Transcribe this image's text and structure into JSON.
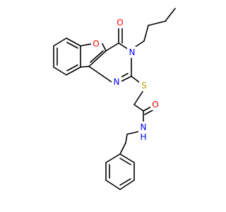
{
  "diagram": {
    "type": "chemical-structure",
    "atoms": [
      {
        "id": "O_furan",
        "text": "O",
        "color": "#ff0000"
      },
      {
        "id": "O_carbonyl",
        "text": "O",
        "color": "#ff0000"
      },
      {
        "id": "N3",
        "text": "N",
        "color": "#0000ff"
      },
      {
        "id": "N1",
        "text": "N",
        "color": "#0000ff"
      },
      {
        "id": "S",
        "text": "S",
        "color": "#b8a100"
      },
      {
        "id": "O_amide",
        "text": "O",
        "color": "#ff0000"
      },
      {
        "id": "NH",
        "text": "N",
        "color": "#0000ff"
      },
      {
        "id": "H",
        "text": "H",
        "color": "#0000ff"
      }
    ]
  }
}
